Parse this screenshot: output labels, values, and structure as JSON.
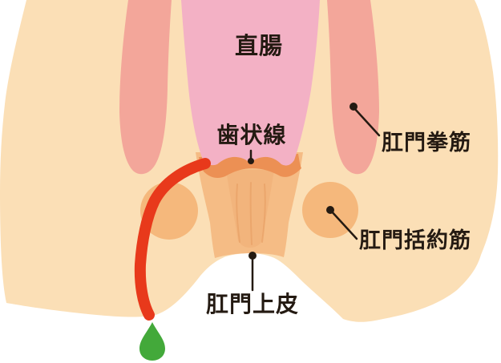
{
  "diagram": {
    "kind": "anatomical-cross-section-illustration",
    "labels": {
      "rectum": "直腸",
      "dentate_line": "歯状線",
      "levator_ani": "肛門拳筋",
      "anal_sphincter": "肛門括約筋",
      "anal_epithelium": "肛門上皮"
    },
    "colors": {
      "background": "#ffffff",
      "skin": "#fbdfb6",
      "rectum_pink": "#f3b1c5",
      "muscle_salmon": "#f3a69a",
      "dentate_band_orange": "#ec9054",
      "anal_canal_peach": "#f5bc85",
      "canal_inner_shade": "#eda76c",
      "sphincter_circle": "#f5b87c",
      "fistula_red": "#e8391b",
      "discharge_green": "#43a93a",
      "label_text": "#241a12"
    }
  }
}
